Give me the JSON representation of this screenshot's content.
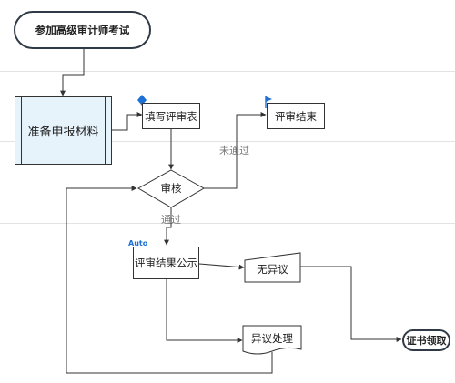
{
  "nodes": {
    "start": "参加高级审计师考试",
    "prepare": "准备申报材料",
    "fill_form": "填写评审表",
    "review_end": "评审结束",
    "audit": "审核",
    "publicize": "评审结果公示",
    "no_objection": "无异议",
    "objection": "异议处理",
    "certificate": "证书领取"
  },
  "edges": {
    "not_passed": "未通过",
    "passed": "通过"
  },
  "markers": {
    "auto": "Auto"
  },
  "colors": {
    "stroke": "#333333",
    "terminal_border": "#2f3a46",
    "subprocess_fill": "#e6f3fb",
    "marker_blue": "#1e6fd6",
    "lane_line": "#e3e3e3",
    "edge_label": "#777777"
  },
  "icons": [
    "diamond-marker-icon",
    "flag-icon",
    "arrowhead-icon"
  ]
}
